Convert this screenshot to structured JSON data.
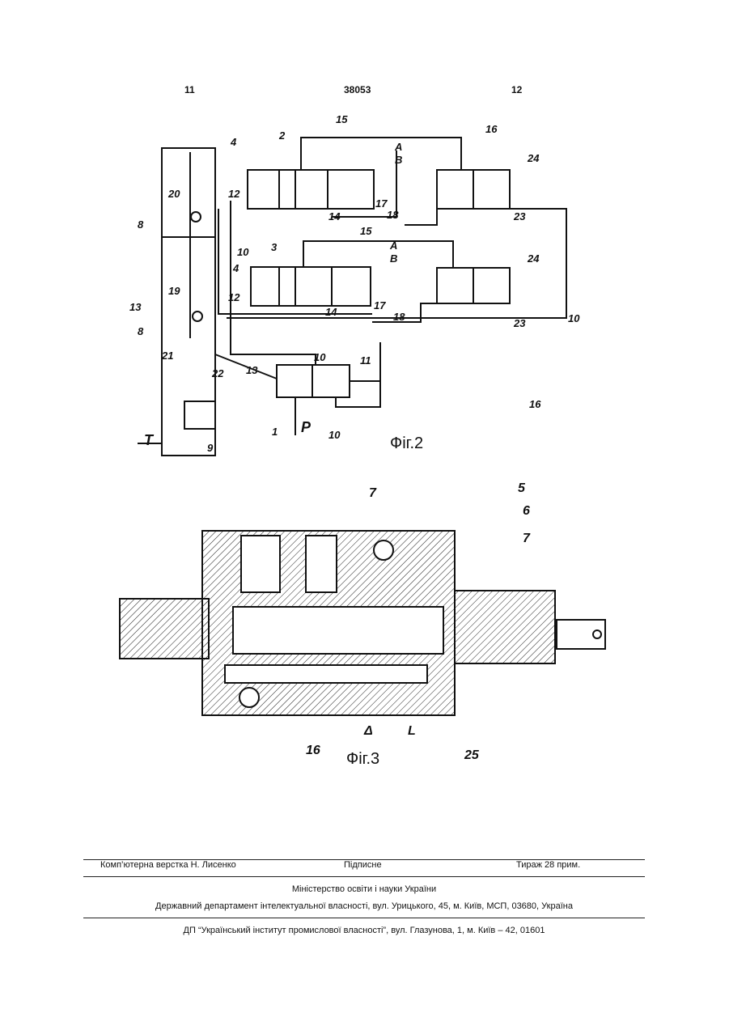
{
  "header": {
    "left_page": "11",
    "patent_no": "38053",
    "right_page": "12"
  },
  "fig2": {
    "caption": "Фіг.2",
    "labels": [
      "15",
      "16",
      "2",
      "4",
      "24",
      "A",
      "B",
      "20",
      "12",
      "17",
      "8",
      "18",
      "23",
      "14",
      "10",
      "3",
      "15",
      "A",
      "B",
      "4",
      "24",
      "13",
      "19",
      "12",
      "17",
      "8",
      "18",
      "23",
      "10",
      "14",
      "21",
      "10",
      "11",
      "22",
      "13",
      "16",
      "T",
      "1",
      "P",
      "10",
      "9"
    ]
  },
  "fig3": {
    "caption": "Фіг.3",
    "labels": [
      "7",
      "5",
      "6",
      "7",
      "16",
      "25",
      "Δ",
      "L"
    ]
  },
  "footer": {
    "layout_by": "Комп’ютерна верстка Н. Лисенко",
    "signed": "Підписне",
    "circulation": "Тираж 28 прим.",
    "ministry": "Міністерство освіти і науки України",
    "department": "Державний департамент інтелектуальної власності, вул. Урицького, 45, м. Київ, МСП, 03680, Україна",
    "institute": "ДП “Український інститут промислової власності”, вул. Глазунова, 1, м. Київ – 42, 01601"
  }
}
